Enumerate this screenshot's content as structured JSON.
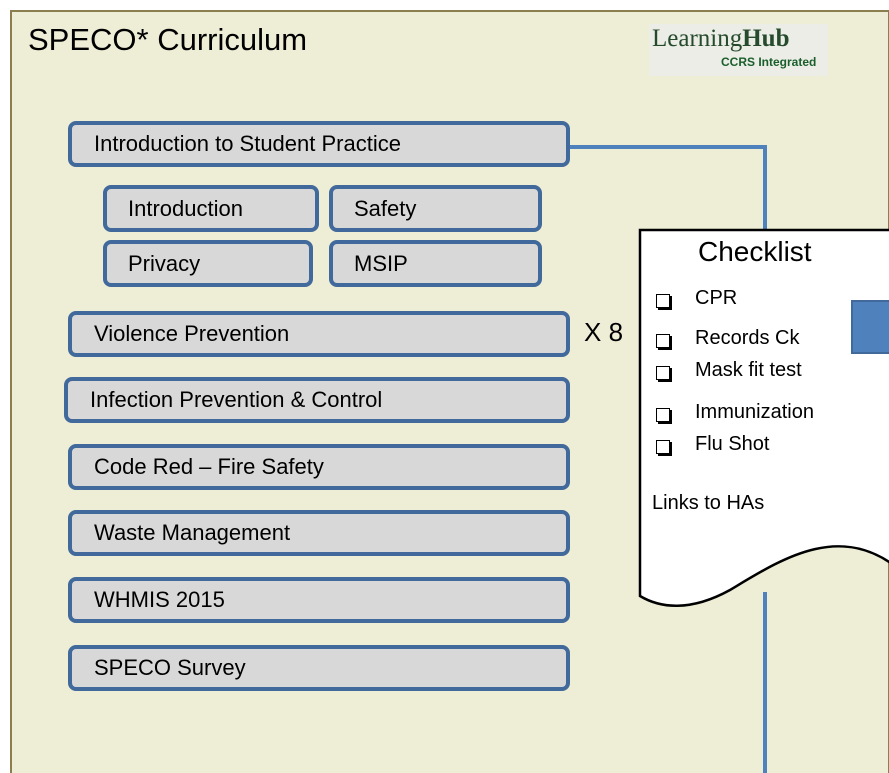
{
  "header": {
    "title": "SPECO* Curriculum",
    "logo_main_regular": "Learning",
    "logo_main_bold": "Hub",
    "logo_sub": "CCRS Integrated"
  },
  "modules": [
    "Introduction to Student Practice",
    "Introduction",
    "Safety",
    "Privacy",
    "MSIP",
    "Violence Prevention",
    "Infection Prevention & Control",
    "Code Red – Fire Safety",
    "Waste Management",
    "WHMIS 2015",
    "SPECO Survey"
  ],
  "multiplier": "X 8",
  "checklist": {
    "title": "Checklist",
    "items": [
      "CPR",
      "Records Ck",
      "Mask fit test",
      "Immunization",
      "Flu Shot"
    ],
    "footer": "Links to HAs"
  },
  "colors": {
    "background": "#eeedd5",
    "border": "#8b7f4f",
    "box_fill": "#d8d8d8",
    "box_border": "#41699b",
    "connector": "#4f81bd"
  }
}
